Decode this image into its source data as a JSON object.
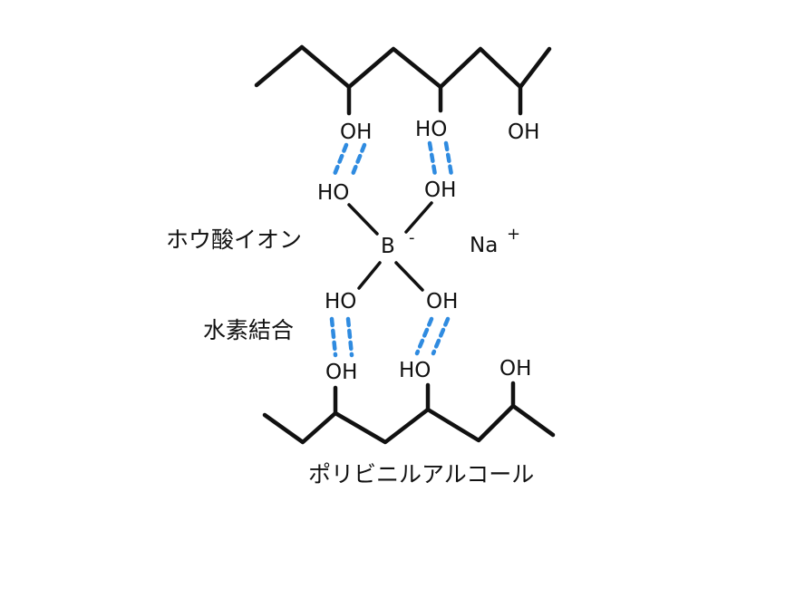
{
  "diagram": {
    "top_chain_oh_labels": [
      "OH",
      "HO",
      "OH"
    ],
    "bottom_chain_oh_labels": [
      "OH",
      "HO",
      "OH"
    ],
    "borate_oh_labels": [
      "HO",
      "OH",
      "HO",
      "OH"
    ],
    "boron_symbol": "B",
    "boron_charge": "-",
    "counter_ion": "Na",
    "counter_ion_charge": "+",
    "label_borate_ion": "ホウ酸イオン",
    "label_hydrogen_bond": "水素結合",
    "label_polymer": "ポリビニルアルコール",
    "colors": {
      "bonds": "#111111",
      "hydrogen_bonds": "#2f8be0"
    }
  }
}
